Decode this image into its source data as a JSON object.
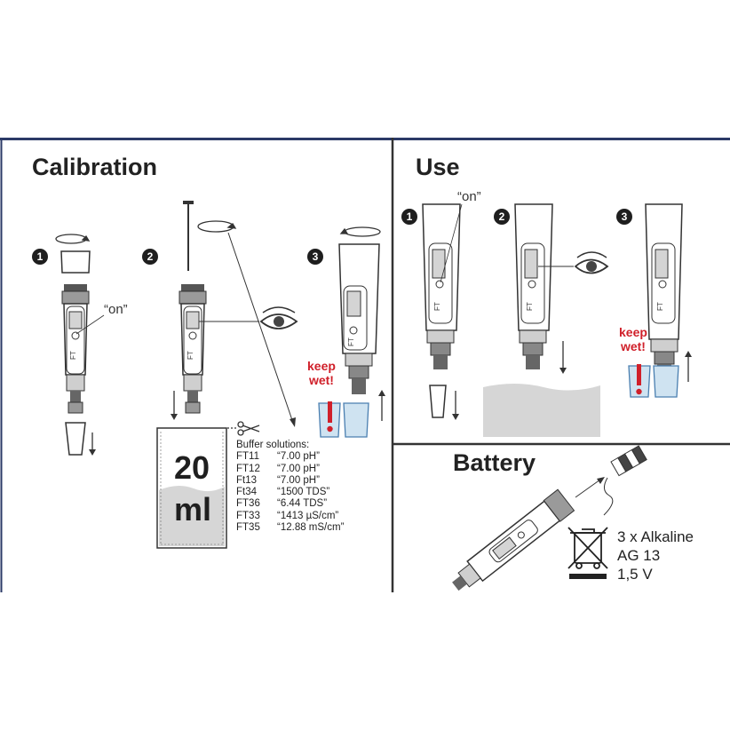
{
  "panels": {
    "calibration": {
      "title": "Calibration",
      "steps": [
        "1",
        "2",
        "3"
      ],
      "on_label": "“on”",
      "keep_wet": [
        "keep",
        "wet!"
      ],
      "packet": {
        "volume": "20",
        "unit": "ml"
      },
      "buffer": {
        "heading": "Buffer solutions:",
        "rows": [
          {
            "code": "FT11",
            "value": "“7.00 pH”"
          },
          {
            "code": "FT12",
            "value": "“7.00 pH”"
          },
          {
            "code": "Ft13",
            "value": "“7.00 pH”"
          },
          {
            "code": "Ft34",
            "value": "“1500 TDS”"
          },
          {
            "code": "FT36",
            "value": "“6.44 TDS”"
          },
          {
            "code": "FT33",
            "value": "“1413 µS/cm”"
          },
          {
            "code": "FT35",
            "value": "“12.88 mS/cm”"
          }
        ]
      }
    },
    "use": {
      "title": "Use",
      "steps": [
        "1",
        "2",
        "3"
      ],
      "on_label": "“on”",
      "keep_wet": [
        "keep",
        "wet!"
      ]
    },
    "battery": {
      "title": "Battery",
      "spec": [
        "3 x Alkaline",
        "AG 13",
        "1,5 V"
      ]
    }
  },
  "device_label": "FT",
  "colors": {
    "frame": "#2b3a67",
    "alert": "#d0202a",
    "water": "#cfe3f1",
    "packet_fill": "#d6d6d6"
  }
}
